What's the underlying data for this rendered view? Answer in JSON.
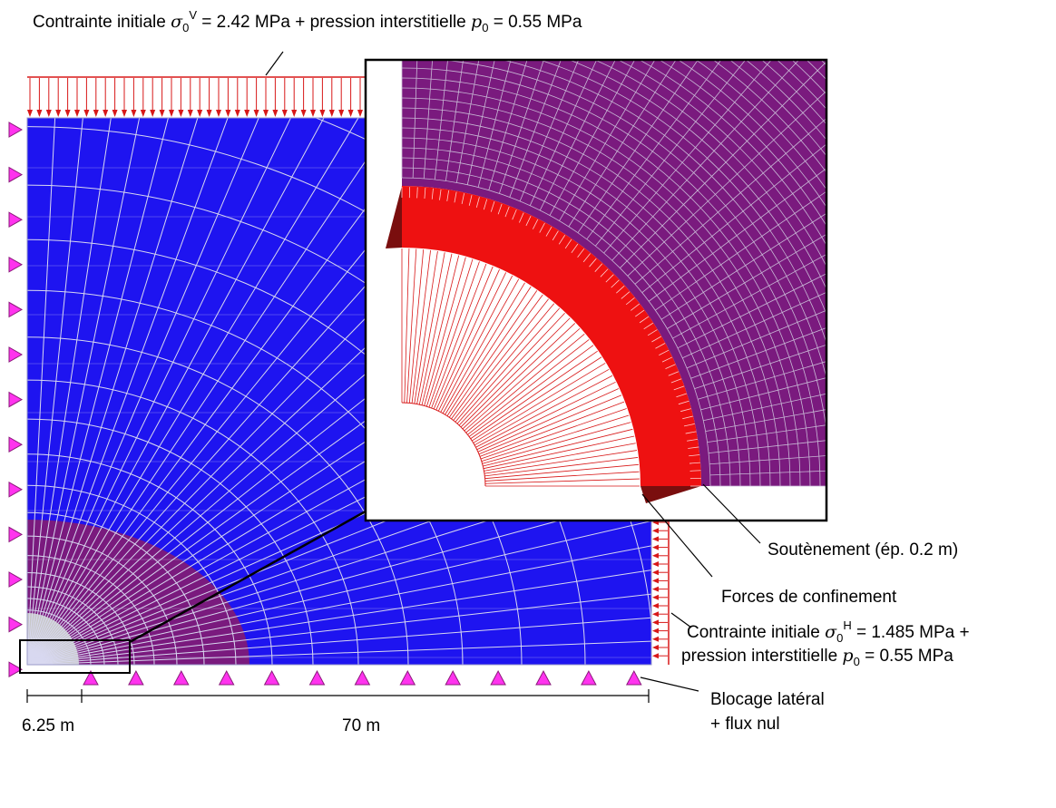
{
  "labels": {
    "top_load": {
      "prefix": "Contrainte initiale ",
      "sigma": "σ",
      "sub": "0",
      "sup": "V",
      "middle": " = 2.42 MPa + pression interstitielle ",
      "p": "p",
      "p_sub": "0",
      "suffix": " = 0.55 MPa"
    },
    "right_load_line1": {
      "prefix": "Contrainte initiale ",
      "sigma": "σ",
      "sub": "0",
      "sup": "H",
      "suffix": " = 1.485 MPa +"
    },
    "right_load_line2": {
      "prefix": "pression interstitielle ",
      "p": "p",
      "p_sub": "0",
      "suffix": " = 0.55 MPa"
    },
    "support": "Soutènement (ép. 0.2 m)",
    "confinement": "Forces de confinement",
    "bottom_bc_line1": "Blocage latéral",
    "bottom_bc_line2": "+ flux nul",
    "dim_radius": "6.25 m",
    "dim_length": "70 m"
  },
  "colors": {
    "rock_far": "#1e14f0",
    "rock_near": "#7a1a7e",
    "tunnel_zone": "#c8c8c8",
    "mesh_line": "#d8d8f0",
    "load_arrow": "#d81818",
    "support_lining": "#ee1111",
    "boundary_marker": "#ff33ee",
    "frame": "#000000"
  },
  "icons": {
    "boundary_marker": "triangle-icon",
    "load": "arrow-down-icon"
  }
}
